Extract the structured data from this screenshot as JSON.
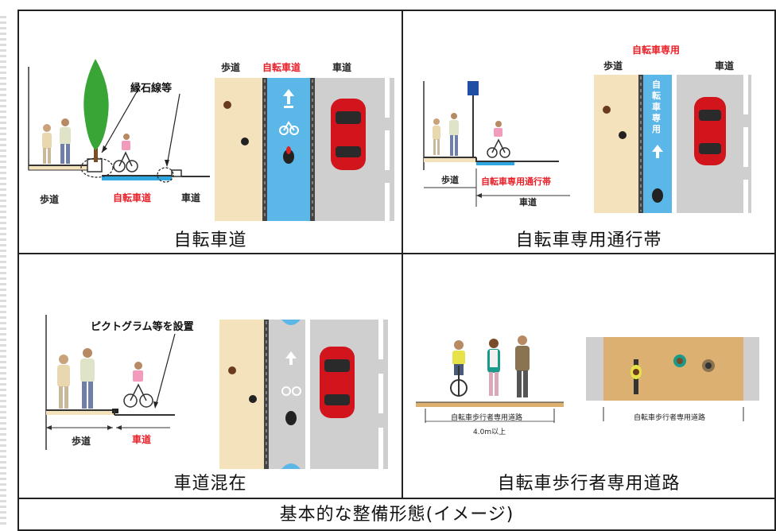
{
  "panels": {
    "p1": {
      "caption": "自転車道",
      "callout": "縁石線等",
      "section": {
        "sidewalk": "歩道",
        "bikeway": "自転車道",
        "roadway": "車道"
      },
      "plan": {
        "sidewalk": "歩道",
        "bikeway": "自転車道",
        "roadway": "車道"
      }
    },
    "p2": {
      "caption": "自転車専用通行帯",
      "section": {
        "sidewalk": "歩道",
        "bikelane": "自転車専用通行帯",
        "roadway": "車道"
      },
      "plan": {
        "bikelane_label": "自転車専用",
        "sidewalk": "歩道",
        "roadway": "車道",
        "lane_text": "自転車専用"
      }
    },
    "p3": {
      "caption": "車道混在",
      "callout": "ピクトグラム等を設置",
      "section": {
        "sidewalk": "歩道",
        "roadway": "車道"
      }
    },
    "p4": {
      "caption": "自転車歩行者専用道路",
      "section": {
        "road": "自転車歩行者専用道路",
        "width": "4.0m以上"
      },
      "plan": {
        "road": "自転車歩行者専用道路"
      }
    }
  },
  "footer": "基本的な整備形態(イメージ)",
  "colors": {
    "bike_blue": "#2ea7e0",
    "red_label": "#e8202a",
    "sidewalk_beige": "#f3e2bb",
    "road_gray": "#cfcfcf",
    "path_tan": "#dcb070"
  }
}
